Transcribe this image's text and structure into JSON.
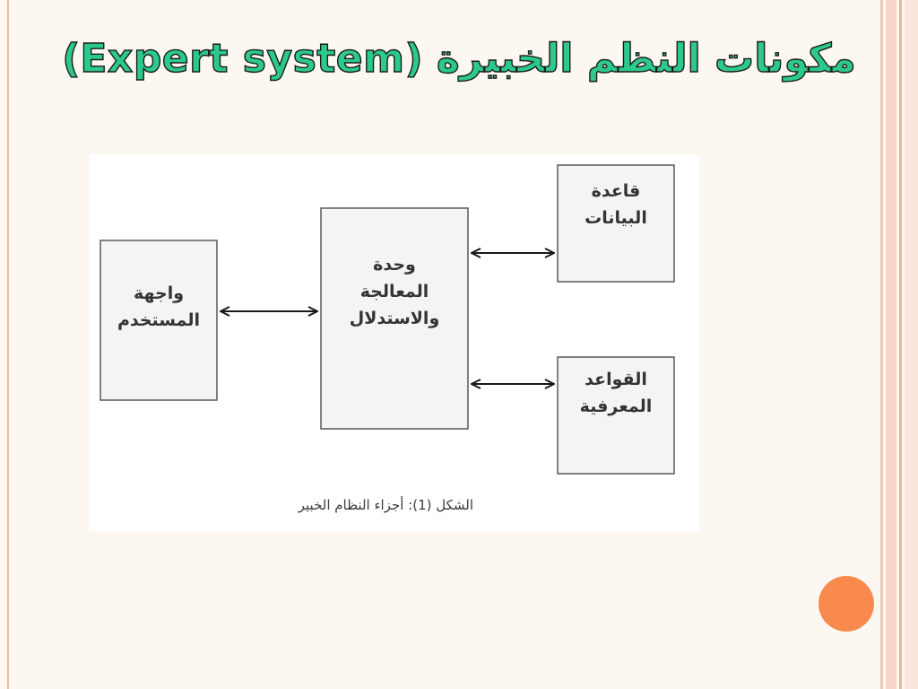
{
  "slide": {
    "title": "مكونات النظم الخبيرة (Expert system)",
    "caption": "الشكل (1): أجزاء النظام الخبير"
  },
  "colors": {
    "title_fill": "#2bc98a",
    "title_outline": "#1b1b1b",
    "accent_circle": "#f98a4d",
    "border": "#f0b9a8"
  },
  "diagram": {
    "boxes": {
      "user_interface": "واجهة\nالمستخدم",
      "processing_unit": "وحدة\nالمعالجة\nوالاستدلال",
      "database": "قاعدة\nالبيانات",
      "knowledge_rules": "القواعد\nالمعرفية"
    },
    "connections": [
      {
        "from": "user_interface",
        "to": "processing_unit",
        "direction": "both"
      },
      {
        "from": "processing_unit",
        "to": "database",
        "direction": "both"
      },
      {
        "from": "processing_unit",
        "to": "knowledge_rules",
        "direction": "both"
      }
    ]
  }
}
